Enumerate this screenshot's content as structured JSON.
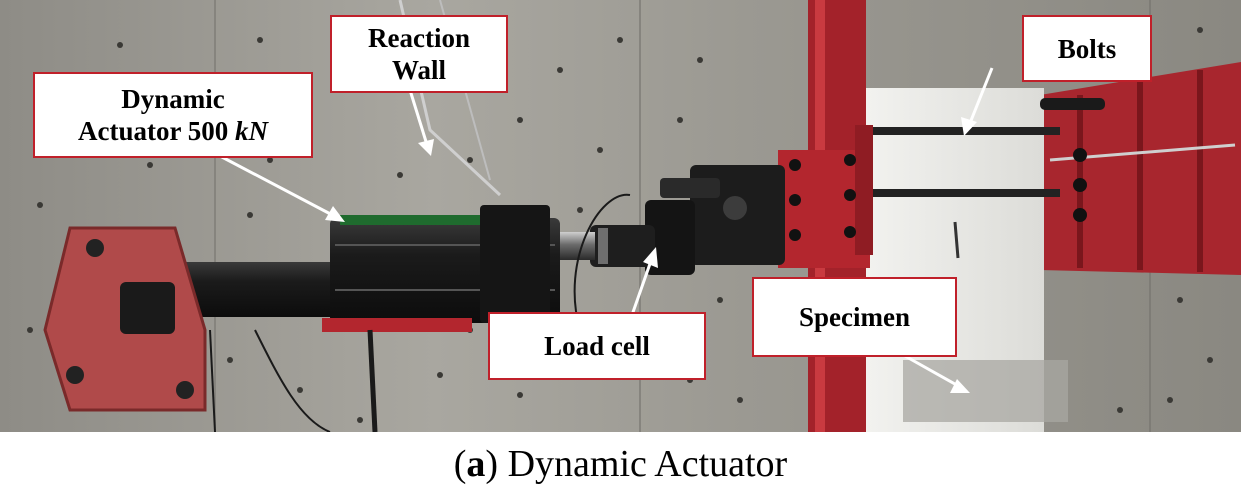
{
  "labels": {
    "actuator_line1": "Dynamic",
    "actuator_line2": "Actuator 500",
    "actuator_unit": "kN",
    "wall_line1": "Reaction",
    "wall_line2": "Wall",
    "bolts": "Bolts",
    "load_cell": "Load cell",
    "specimen": "Specimen"
  },
  "caption": {
    "open": "(",
    "letter": "a",
    "close": ")",
    "text": " Dynamic Actuator"
  },
  "colors": {
    "label_border": "#c0202a",
    "steel_red": "#b3262e",
    "concrete": "#9a9892",
    "specimen_white": "#e9e9e6"
  }
}
